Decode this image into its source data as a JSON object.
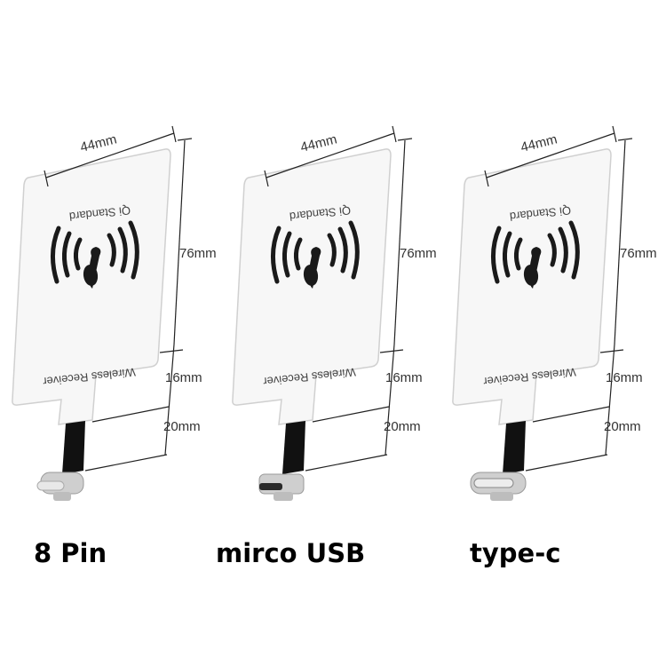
{
  "products": [
    {
      "caption": "8 Pin",
      "connector": "lightning-8pin",
      "dims": {
        "width": "44mm",
        "height": "76mm",
        "neck": "16mm",
        "cable": "20mm"
      },
      "card_top_text": "Qi Standard",
      "card_bottom_text": "Wireless Receiver"
    },
    {
      "caption": "mirco USB",
      "connector": "micro-usb",
      "dims": {
        "width": "44mm",
        "height": "76mm",
        "neck": "16mm",
        "cable": "20mm"
      },
      "card_top_text": "Qi Standard",
      "card_bottom_text": "Wireless Receiver"
    },
    {
      "caption": "type-c",
      "connector": "usb-type-c",
      "dims": {
        "width": "44mm",
        "height": "76mm",
        "neck": "16mm",
        "cable": "20mm"
      },
      "card_top_text": "Qi Standard",
      "card_bottom_text": "Wireless Receiver"
    }
  ],
  "colors": {
    "card": "#f7f7f7",
    "ink": "#1a1a1a",
    "line": "#222222",
    "cable": "#111111",
    "metal": "#c9c9c9"
  }
}
